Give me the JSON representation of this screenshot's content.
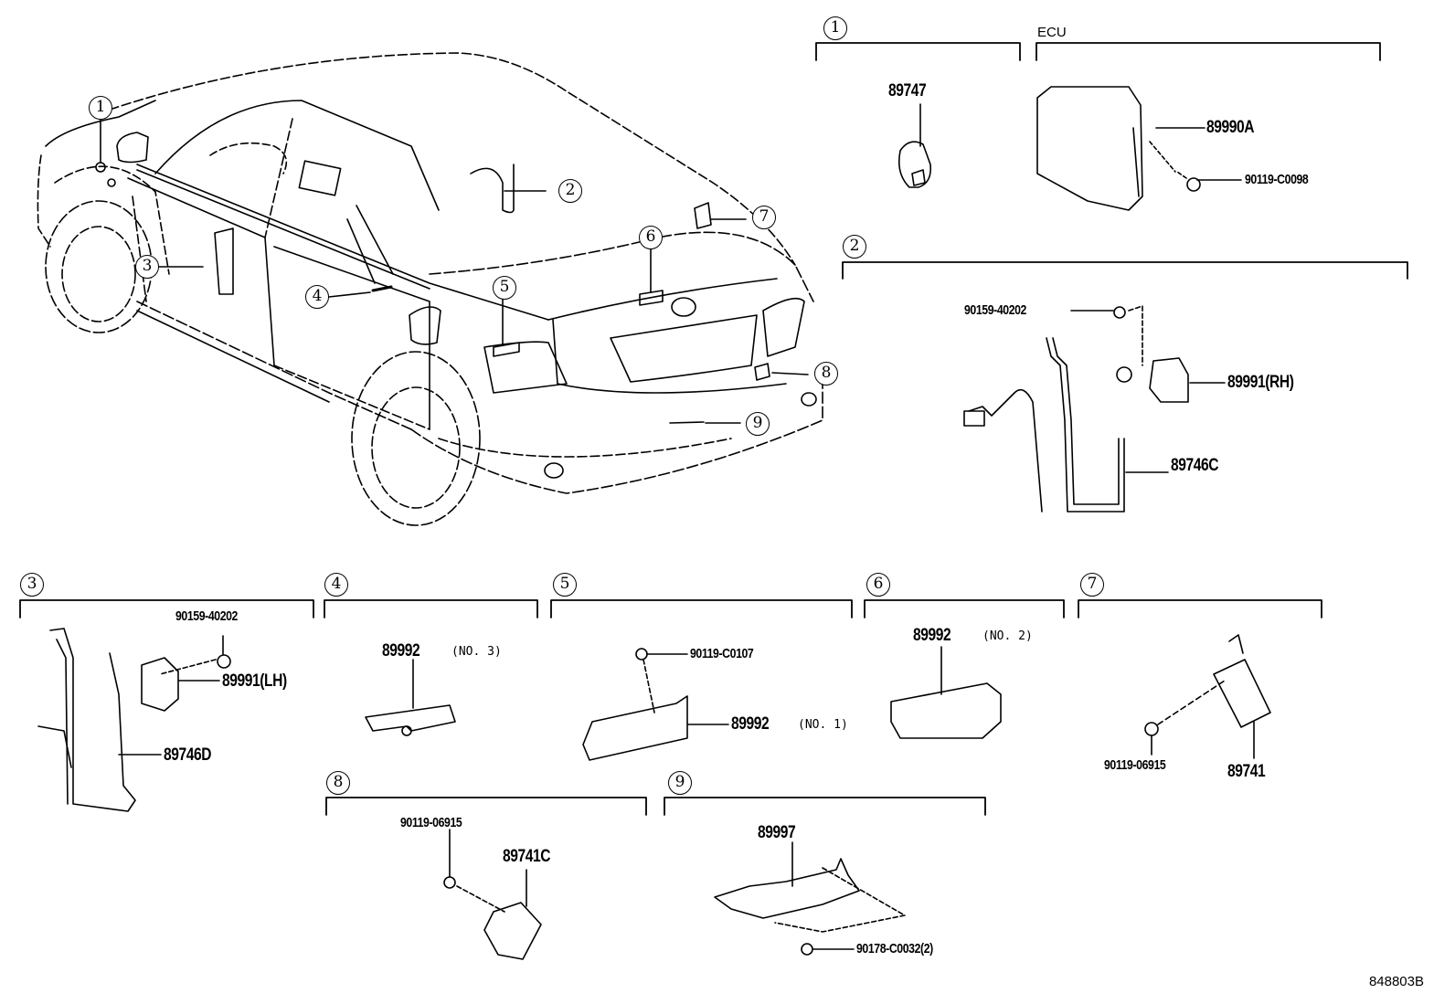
{
  "diagram": {
    "drawing_code": "848803B",
    "vehicle_callouts": [
      "1",
      "2",
      "3",
      "4",
      "5",
      "6",
      "7",
      "8",
      "9"
    ],
    "groups": [
      {
        "id": "1",
        "header": "1",
        "parts": [
          {
            "number": "89747"
          }
        ]
      },
      {
        "id": "ecu",
        "header": "ECU",
        "parts": [
          {
            "number": "89990A"
          },
          {
            "number": "90119-C0098"
          }
        ]
      },
      {
        "id": "2",
        "header": "2",
        "parts": [
          {
            "number": "90159-40202"
          },
          {
            "number": "89991(RH)"
          },
          {
            "number": "89746C"
          }
        ]
      },
      {
        "id": "3",
        "header": "3",
        "parts": [
          {
            "number": "90159-40202"
          },
          {
            "number": "89991(LH)"
          },
          {
            "number": "89746D"
          }
        ]
      },
      {
        "id": "4",
        "header": "4",
        "parts": [
          {
            "number": "89992",
            "note": "(NO. 3)"
          }
        ]
      },
      {
        "id": "5",
        "header": "5",
        "parts": [
          {
            "number": "90119-C0107"
          },
          {
            "number": "89992",
            "note": "(NO. 1)"
          }
        ]
      },
      {
        "id": "6",
        "header": "6",
        "parts": [
          {
            "number": "89992",
            "note": "(NO. 2)"
          }
        ]
      },
      {
        "id": "7",
        "header": "7",
        "parts": [
          {
            "number": "90119-06915"
          },
          {
            "number": "89741"
          }
        ]
      },
      {
        "id": "8",
        "header": "8",
        "parts": [
          {
            "number": "90119-06915"
          },
          {
            "number": "89741C"
          }
        ]
      },
      {
        "id": "9",
        "header": "9",
        "parts": [
          {
            "number": "89997"
          },
          {
            "number": "90178-C0032(2)"
          }
        ]
      }
    ]
  }
}
